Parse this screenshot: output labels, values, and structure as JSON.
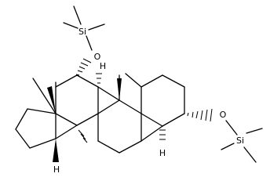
{
  "molecule": {
    "atoms": {
      "si_top": "Si",
      "o_top": "O",
      "si_right": "Si",
      "o_right": "O",
      "h_c9": "H",
      "h_c5": "H",
      "h_c14": "H"
    }
  }
}
